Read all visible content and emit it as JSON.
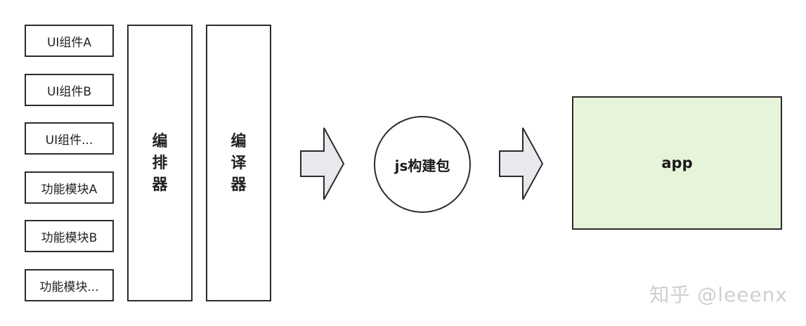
{
  "left_column": {
    "items": [
      {
        "label": "UI组件A"
      },
      {
        "label": "UI组件B"
      },
      {
        "label": "UI组件..."
      },
      {
        "label": "功能模块A"
      },
      {
        "label": "功能模块B"
      },
      {
        "label": "功能模块..."
      }
    ]
  },
  "arranger": {
    "chars": [
      "编",
      "排",
      "器"
    ]
  },
  "compiler": {
    "chars": [
      "编",
      "译",
      "器"
    ]
  },
  "build_package": {
    "label": "js构建包"
  },
  "app": {
    "label": "app",
    "fill_color": "#e6f4d9"
  },
  "arrow_color": "#e7e9ec",
  "watermark": {
    "text": "知乎 @leeenx"
  }
}
